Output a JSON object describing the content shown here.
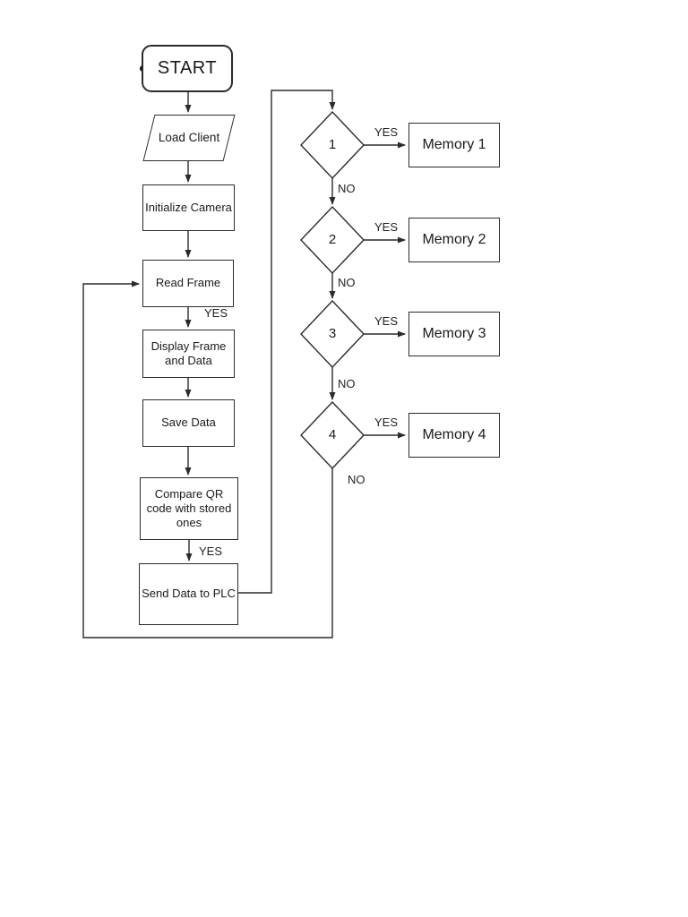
{
  "colors": {
    "stroke": "#2b2b2b",
    "background": "#ffffff",
    "text": "#1a1a1a"
  },
  "flowchart": {
    "nodes": {
      "start": "START",
      "load_client": "Load Client",
      "initialize_camera": "Initialize Camera",
      "read_frame": "Read Frame",
      "display_frame": "Display Frame and Data",
      "save_data": "Save Data",
      "compare_qr": "Compare QR code with stored ones",
      "send_plc": "Send Data to PLC",
      "decision_1": "1",
      "decision_2": "2",
      "decision_3": "3",
      "decision_4": "4",
      "memory_1": "Memory 1",
      "memory_2": "Memory 2",
      "memory_3": "Memory 3",
      "memory_4": "Memory 4"
    },
    "edge_labels": {
      "read_yes": "YES",
      "compare_yes": "YES",
      "d1_yes": "YES",
      "d1_no": "NO",
      "d2_yes": "YES",
      "d2_no": "NO",
      "d3_yes": "YES",
      "d3_no": "NO",
      "d4_yes": "YES",
      "d4_no": "NO"
    }
  }
}
